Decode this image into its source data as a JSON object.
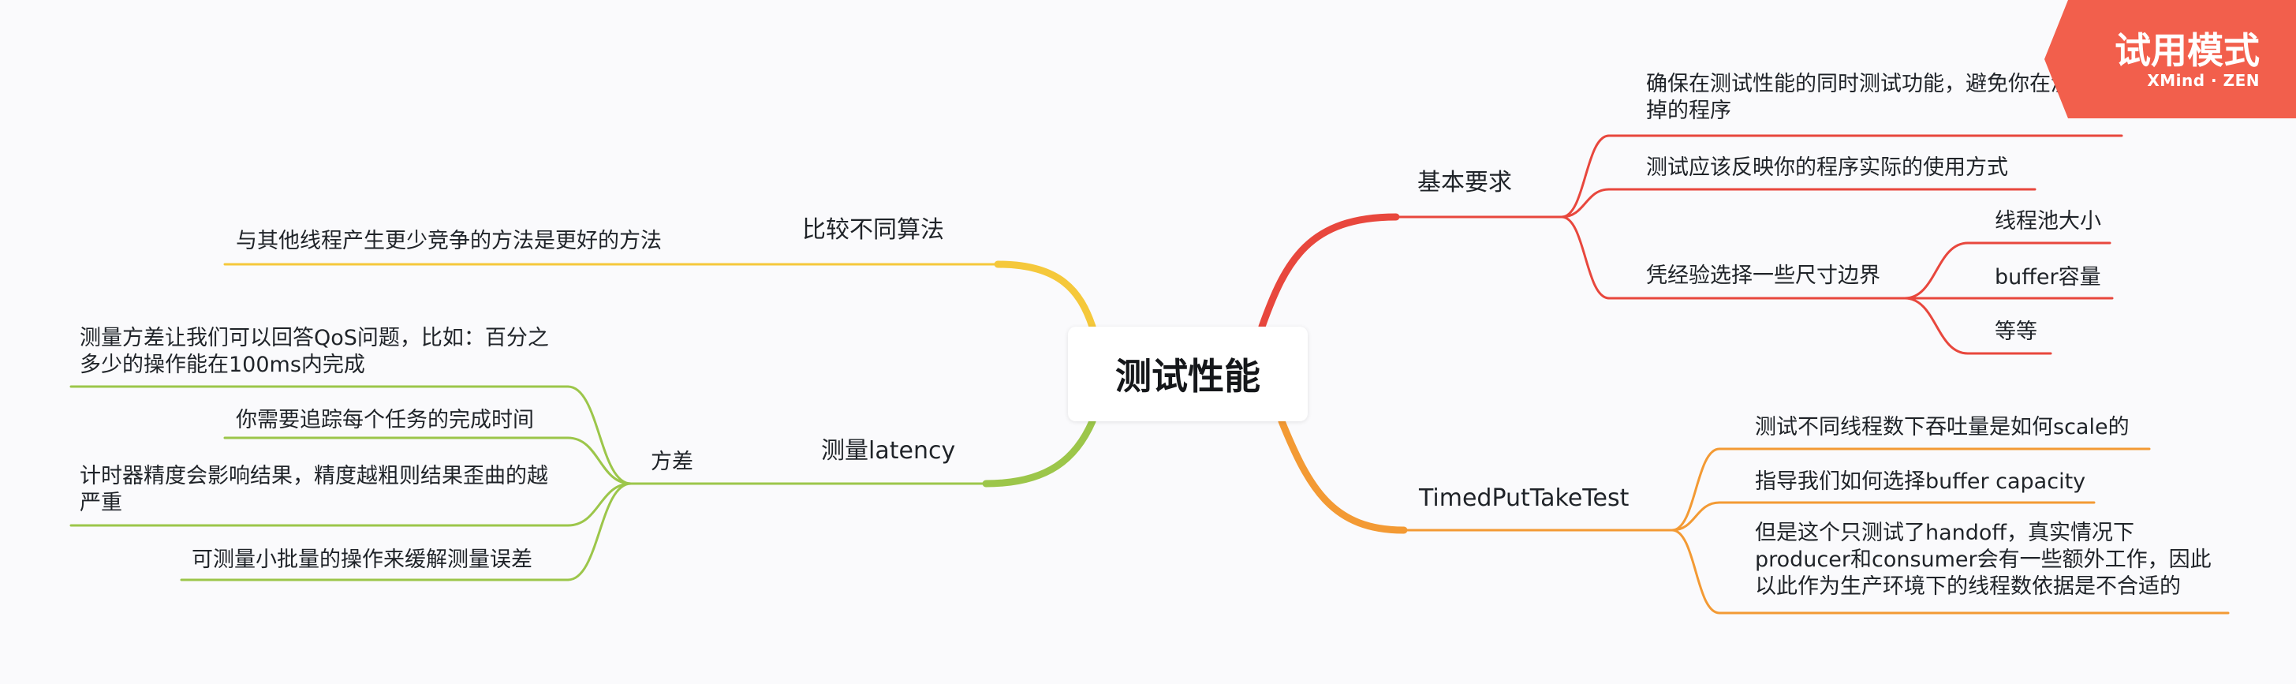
{
  "root": {
    "label": "测试性能"
  },
  "trial_badge": {
    "title": "试用模式",
    "brand": "XMind · ZEN",
    "color": "#f25f4c"
  },
  "branches": {
    "basic": {
      "label": "基本要求",
      "color": "#e8473d",
      "items": [
        "确保在测试性能的同时测试功能，避免你在测试坏掉的程序",
        "测试应该反映你的程序实际的使用方式",
        "凭经验选择一些尺寸边界"
      ],
      "boundary_items": [
        "线程池大小",
        "buffer容量",
        "等等"
      ]
    },
    "timed": {
      "label": "TimedPutTakeTest",
      "color": "#f39a34",
      "items": [
        "测试不同线程数下吞吐量是如何scale的",
        "指导我们如何选择buffer capacity",
        "但是这个只测试了handoff，真实情况下producer和consumer会有一些额外工作，因此以此作为生产环境下的线程数依据是不合适的"
      ]
    },
    "compare": {
      "label": "比较不同算法",
      "color": "#f5c83b",
      "items": [
        "与其他线程产生更少竞争的方法是更好的方法"
      ]
    },
    "latency": {
      "label": "测量latency",
      "color": "#9cc64a",
      "variance": {
        "label": "方差",
        "items": [
          "测量方差让我们可以回答QoS问题，比如：百分之多少的操作能在100ms内完成",
          "你需要追踪每个任务的完成时间",
          "计时器精度会影响结果，精度越粗则结果歪曲的越严重",
          "可测量小批量的操作来缓解测量误差"
        ]
      }
    }
  }
}
